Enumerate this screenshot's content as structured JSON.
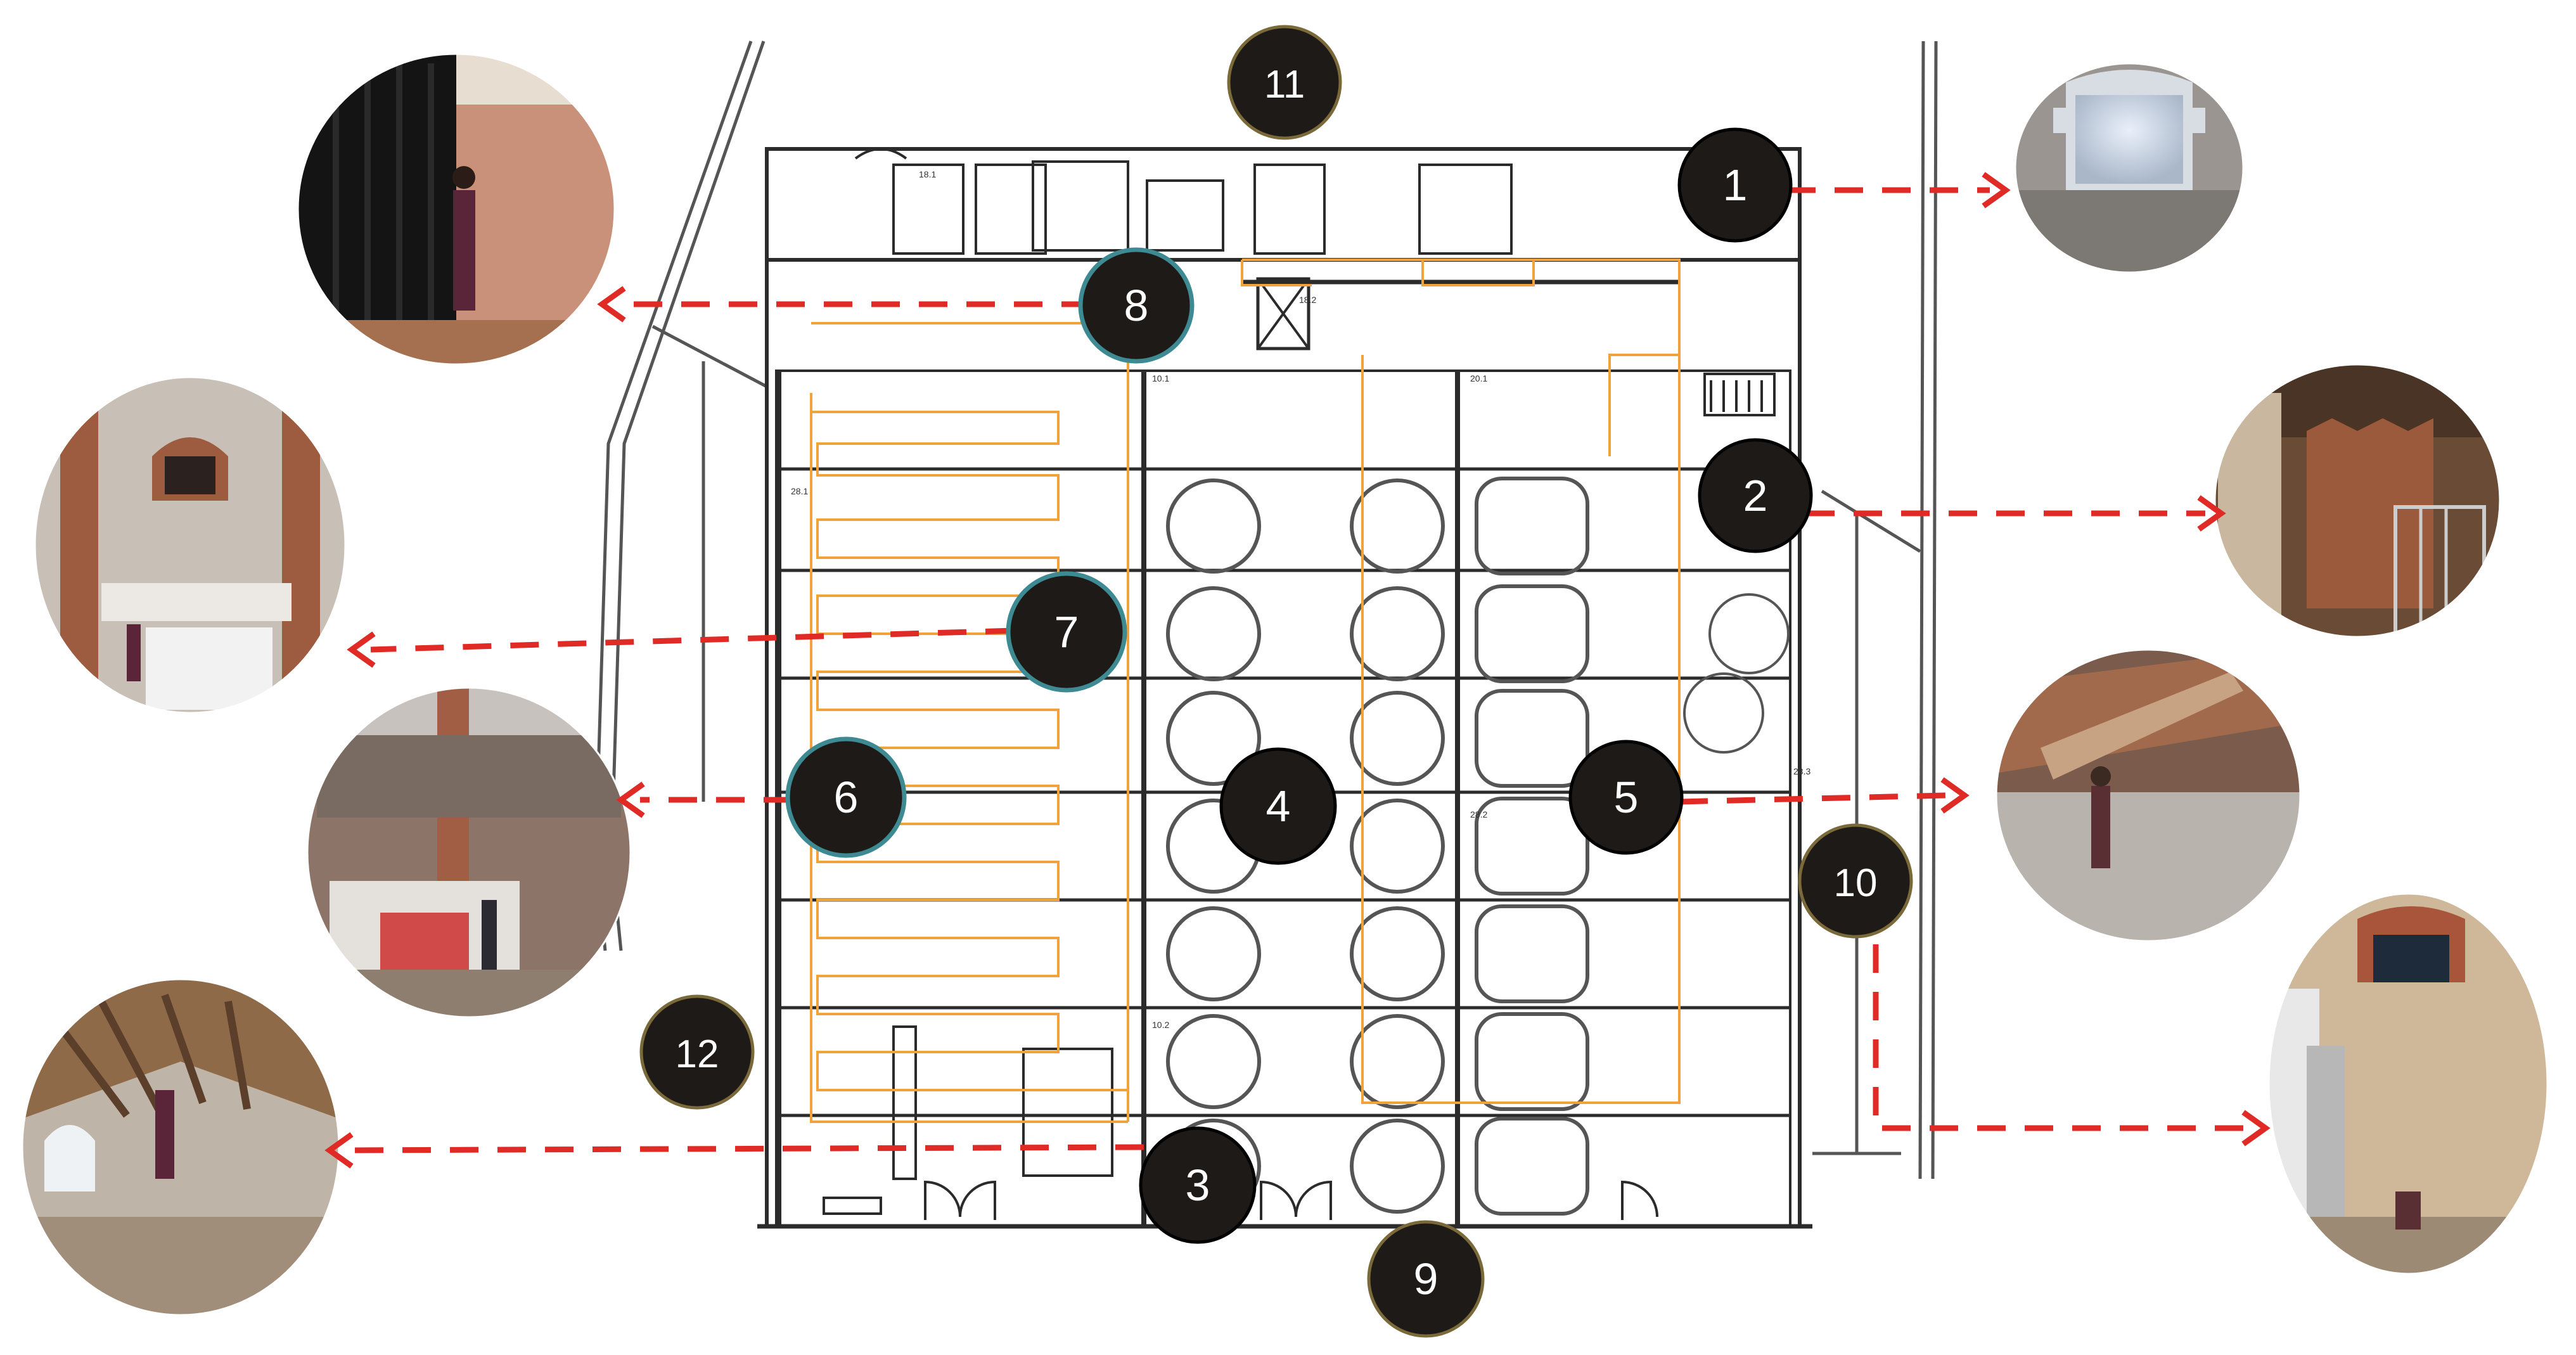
{
  "diagram": {
    "markers": [
      {
        "id": "m1",
        "label": "1",
        "outlined": false
      },
      {
        "id": "m2",
        "label": "2",
        "outlined": false
      },
      {
        "id": "m3",
        "label": "3",
        "outlined": false
      },
      {
        "id": "m4",
        "label": "4",
        "outlined": false
      },
      {
        "id": "m5",
        "label": "5",
        "outlined": false
      },
      {
        "id": "m6",
        "label": "6",
        "outlined": true
      },
      {
        "id": "m7",
        "label": "7",
        "outlined": true
      },
      {
        "id": "m8",
        "label": "8",
        "outlined": true
      },
      {
        "id": "m9",
        "label": "9",
        "outlined": false
      },
      {
        "id": "m10",
        "label": "10",
        "outlined": false
      },
      {
        "id": "m11",
        "label": "11",
        "outlined": false
      },
      {
        "id": "m12",
        "label": "12",
        "outlined": false
      }
    ],
    "photos": [
      {
        "id": "p1",
        "linked_marker": "1",
        "subject": "arched-window-icon"
      },
      {
        "id": "p2",
        "linked_marker": "2",
        "subject": "brick-vault-icon"
      },
      {
        "id": "p3",
        "linked_marker": "3",
        "subject": "timber-roof-icon"
      },
      {
        "id": "p5",
        "linked_marker": "5",
        "subject": "brick-vault-icon"
      },
      {
        "id": "p6",
        "linked_marker": "6",
        "subject": "warehouse-wall-icon"
      },
      {
        "id": "p7",
        "linked_marker": "7",
        "subject": "brick-arch-wall-icon"
      },
      {
        "id": "p8",
        "linked_marker": "8",
        "subject": "curtain-wall-icon"
      },
      {
        "id": "p10",
        "linked_marker": "10",
        "subject": "facade-window-icon"
      }
    ],
    "plan_labels": [
      "18.1",
      "28.1",
      "18.2",
      "10.1",
      "20.1",
      "28.3",
      "28.2",
      "10.2"
    ],
    "colors": {
      "marker_fill": "#1e1a17",
      "marker_text": "#ffffff",
      "marker_outline": "#3d8a93",
      "marker_outline_gold": "#7a6a3a",
      "arrow": "#e02a25",
      "wall": "#2b2b2b",
      "sensor_path": "#f2a23a",
      "tank": "#555555"
    }
  }
}
